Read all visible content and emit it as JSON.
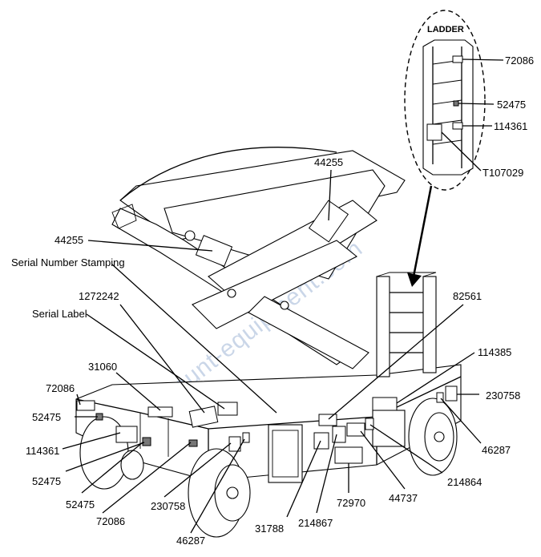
{
  "inset_title": "LADDER",
  "watermark": "www.discount-equipment.com",
  "labels": {
    "ladder_72086": "72086",
    "ladder_52475": "52475",
    "ladder_114361": "114361",
    "ladder_t107029": "T107029",
    "top_44255": "44255",
    "left_44255": "44255",
    "serial_number_stamping": "Serial Number Stamping",
    "l_1272242": "1272242",
    "serial_label": "Serial Label",
    "l_31060": "31060",
    "left_72086": "72086",
    "left_52475": "52475",
    "left_114361": "114361",
    "low_52475_a": "52475",
    "low_52475_b": "52475",
    "low_72086": "72086",
    "low_230758": "230758",
    "low_46287": "46287",
    "low_31788": "31788",
    "low_214867": "214867",
    "low_72970": "72970",
    "low_44737": "44737",
    "r_214864": "214864",
    "r_46287": "46287",
    "r_230758": "230758",
    "r_114385": "114385",
    "r_82561": "82561"
  }
}
